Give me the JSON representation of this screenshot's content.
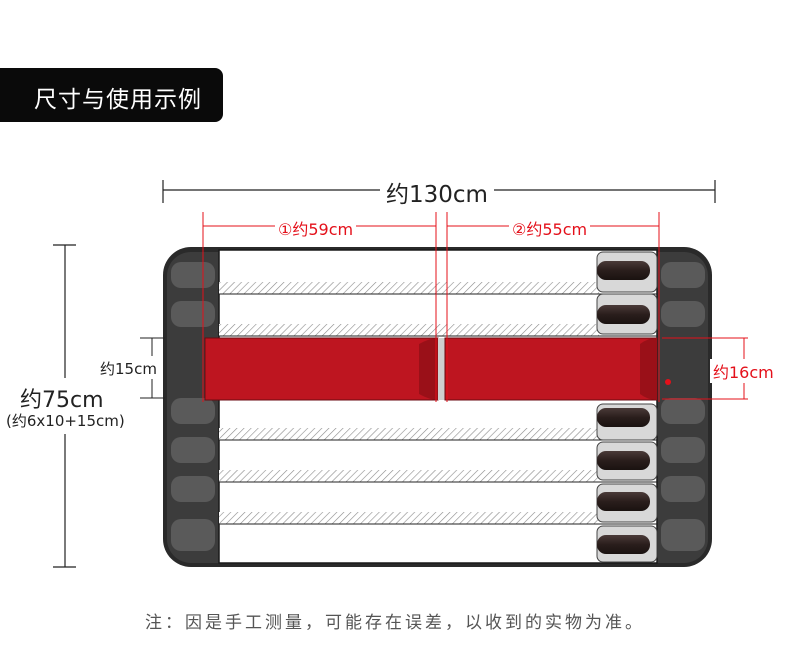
{
  "header": {
    "title": "尺寸与使用示例"
  },
  "dimensions": {
    "total_width": "约130cm",
    "part1_width": "①约59cm",
    "part2_width": "②约55cm",
    "total_height": "约75cm",
    "height_breakdown": "(约6x10+15cm)",
    "strap_height": "约15cm",
    "pocket_height": "约16cm"
  },
  "footer": {
    "note": "注：因是手工测量，可能存在误差，以收到的实物为准。"
  },
  "colors": {
    "roll_body": "#2a2a2a",
    "strap": "#be1520",
    "dimension_red": "#e4101a",
    "tool_handle": "#3a2a28"
  },
  "counts": {
    "tool_slots": 6
  }
}
